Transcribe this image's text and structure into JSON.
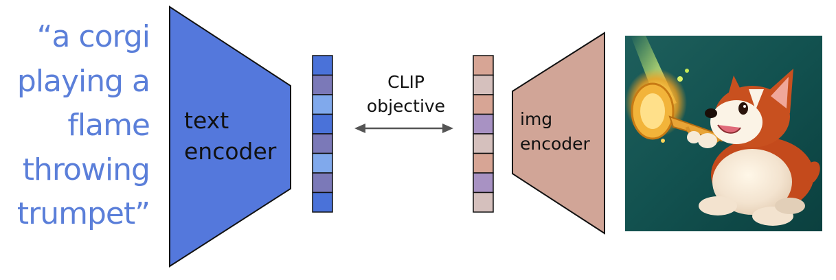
{
  "prompt": {
    "lines": [
      "“a corgi",
      "playing a",
      "flame",
      "throwing",
      "trumpet”"
    ],
    "color": "#5b7fd9"
  },
  "text_encoder": {
    "label_lines": [
      "text",
      "encoder"
    ],
    "fill": "#5478dc"
  },
  "text_embedding": {
    "cell_colors": [
      "#4a72d9",
      "#7b79b8",
      "#80a9ec",
      "#4a72d9",
      "#7b79b8",
      "#80a9ec",
      "#7b79b8",
      "#4a72d9"
    ]
  },
  "objective": {
    "label_lines": [
      "CLIP",
      "objective"
    ],
    "arrow": "bidirectional-arrow"
  },
  "image_embedding": {
    "cell_colors": [
      "#d7a595",
      "#d5c0bd",
      "#d7a595",
      "#a892c3",
      "#d5c0bd",
      "#d7a595",
      "#a892c3",
      "#d5c0bd"
    ]
  },
  "image_encoder": {
    "label_lines": [
      "img",
      "encoder"
    ],
    "fill": "#d1a597"
  },
  "image": {
    "subject": "corgi-playing-flame-trumpet-illustration"
  }
}
